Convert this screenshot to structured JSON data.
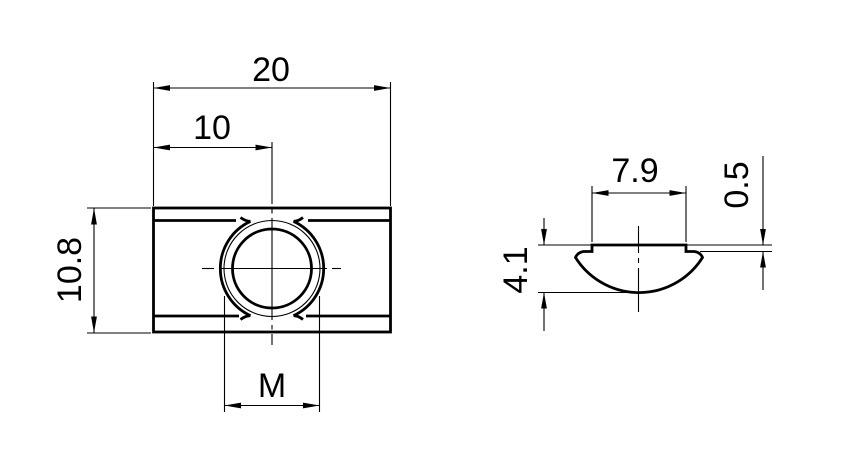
{
  "drawing": {
    "background_color": "#ffffff",
    "line_color": "#000000",
    "front_view": {
      "dim_total_width": "20",
      "dim_center_offset": "10",
      "dim_body_height": "10.8",
      "dim_thread": "M"
    },
    "side_view": {
      "dim_flat_width": "7.9",
      "dim_step_height": "0.5",
      "dim_segment_height": "4.1"
    }
  }
}
